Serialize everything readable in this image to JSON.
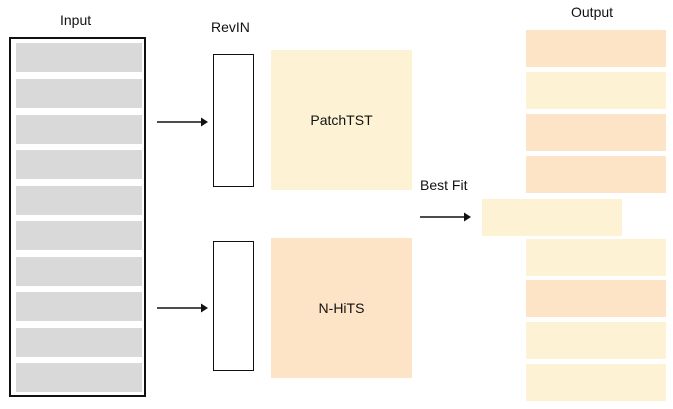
{
  "labels": {
    "input": "Input",
    "revin": "RevIN",
    "output": "Output",
    "best_fit": "Best Fit"
  },
  "models": {
    "top": "PatchTST",
    "bottom": "N-HiTS"
  },
  "input_rows": 10,
  "colors": {
    "input_row": "#d9d9d9",
    "light_yellow": "#fdf3d4",
    "light_orange": "#fde4c7",
    "border": "#111111"
  },
  "output_rows": [
    "orange",
    "yellow",
    "orange",
    "orange",
    "yellow",
    "yellow",
    "orange",
    "yellow",
    "yellow"
  ]
}
